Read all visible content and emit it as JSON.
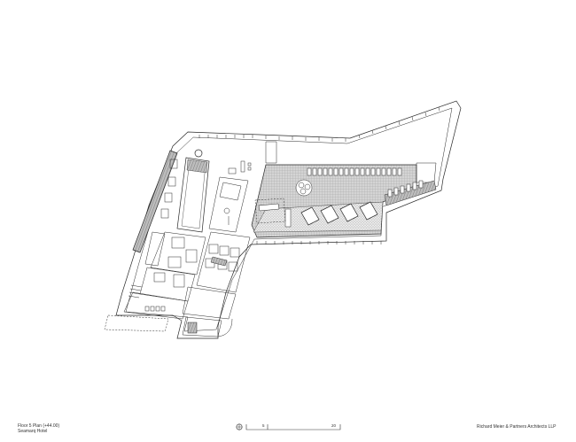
{
  "title_block": {
    "drawing_title": "Floor 5 Plan (+44.00)",
    "project_name": "Seamarq Hotel",
    "firm": "Richard Meier & Partners Architects LLP"
  },
  "scale_bar": {
    "north_icon": "north-arrow-icon",
    "tick_labels": [
      "5",
      "20"
    ]
  },
  "colors": {
    "line": "#2a2a2a",
    "hatch": "#8a8a8a",
    "terrace_fill": "#c9c9c9",
    "gravel_fill": "#dadada",
    "background": "#ffffff"
  }
}
